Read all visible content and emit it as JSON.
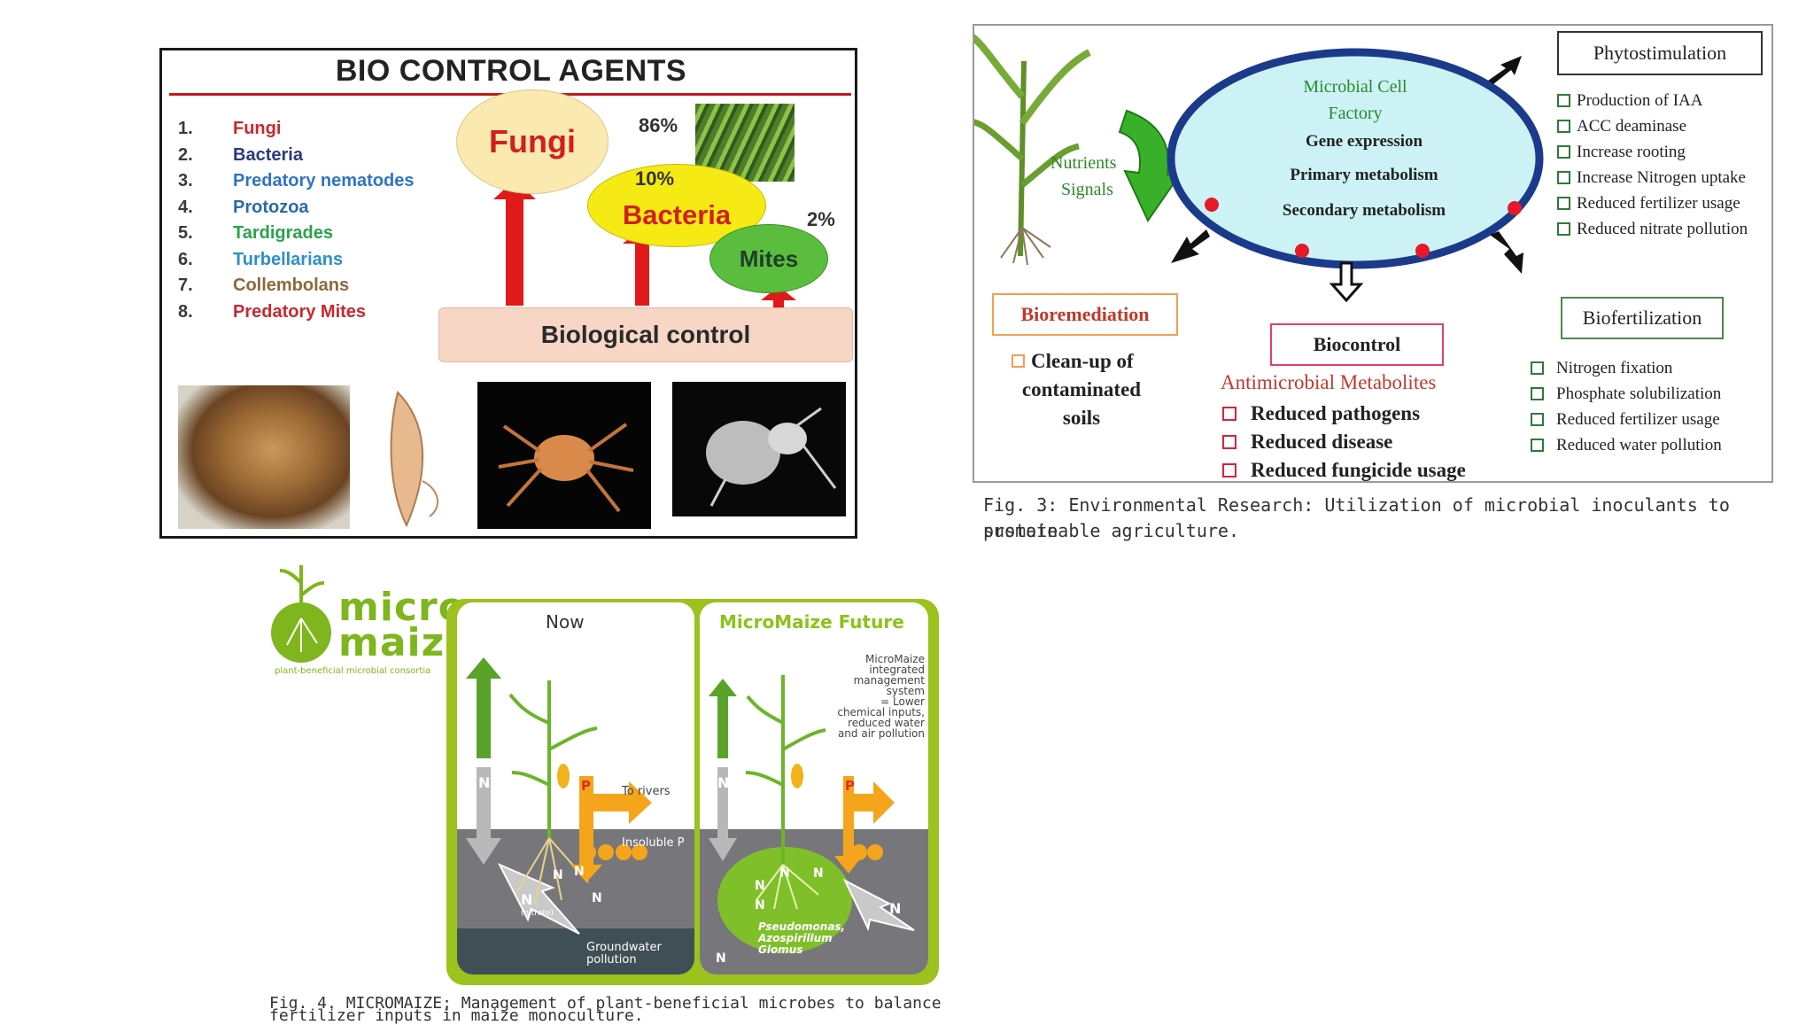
{
  "bio_control": {
    "title": "BIO CONTROL AGENTS",
    "agents": [
      {
        "num": "1.",
        "name": "Fungi",
        "color": "#c8282f"
      },
      {
        "num": "2.",
        "name": "Bacteria",
        "color": "#2b3a7a"
      },
      {
        "num": "3.",
        "name": "Predatory nematodes",
        "color": "#2f73c8"
      },
      {
        "num": "4.",
        "name": "Protozoa",
        "color": "#2a6aaa"
      },
      {
        "num": "5.",
        "name": "Tardigrades",
        "color": "#29a34a"
      },
      {
        "num": "6.",
        "name": "Turbellarians",
        "color": "#2e8fc8"
      },
      {
        "num": "7.",
        "name": "Collembolans",
        "color": "#8a6a38"
      },
      {
        "num": "8.",
        "name": "Predatory Mites",
        "color": "#c8282f"
      }
    ],
    "fungi_label": "Fungi",
    "bacteria_label": "Bacteria",
    "mites_label": "Mites",
    "fungi_pct": "86%",
    "bacteria_pct": "10%",
    "mites_pct": "2%",
    "base_label": "Biological control"
  },
  "microbial": {
    "factory_title_1": "Microbial Cell",
    "factory_title_2": "Factory",
    "factory_lines": [
      "Gene expression",
      "Primary metabolism",
      "Secondary metabolism"
    ],
    "nutrients_1": "Nutrients",
    "nutrients_2": "Signals",
    "phyto_title": "Phytostimulation",
    "phyto_items": [
      "Production of IAA",
      "ACC deaminase",
      "Increase rooting",
      "Increase Nitrogen uptake",
      "Reduced fertilizer usage",
      "Reduced nitrate pollution"
    ],
    "bioremed_title": "Bioremediation",
    "bioremed_items": [
      "Clean-up of",
      "contaminated",
      "soils"
    ],
    "biocontrol_title": "Biocontrol",
    "biocontrol_sub": "Antimicrobial Metabolites",
    "biocontrol_items": [
      "Reduced pathogens",
      "Reduced disease",
      "Reduced fungicide usage"
    ],
    "biofert_title": "Biofertilization",
    "biofert_items": [
      "Nitrogen fixation",
      "Phosphate  solubilization",
      "Reduced fertilizer usage",
      "Reduced water pollution"
    ],
    "caption_1": "Fig. 3: Environmental Research: Utilization of microbial inoculants to promote",
    "caption_2": "sustainable agriculture."
  },
  "micromaize": {
    "logo_1": "micro",
    "logo_2": "maize",
    "logo_tagline": "plant-beneficial microbial consortia",
    "now_title": "Now",
    "future_title": "MicroMaize Future",
    "future_note": [
      "MicroMaize",
      "integrated",
      "management",
      "system",
      "= Lower",
      "chemical inputs,",
      "reduced water",
      "and air pollution"
    ],
    "n": "N",
    "p": "P",
    "to_rivers": "To rivers",
    "insoluble_p": "Insoluble P",
    "nitrate": "(nitrate)",
    "groundwater_1": "Groundwater",
    "groundwater_2": "pollution",
    "microbes_1": "Pseudomonas,",
    "microbes_2": "Azospirillum",
    "microbes_3": "Glomus",
    "caption_1": "Fig. 4. MICROMAIZE; Management of plant-beneficial microbes to balance",
    "caption_2": "fertilizer inputs in maize monoculture."
  },
  "colors": {
    "arrow_red": "#e01a1a",
    "ellipse_fill": "#ccf2f6",
    "ellipse_border": "#1c3a8a",
    "orange": "#f4a51c",
    "lime": "#9bc21d"
  }
}
